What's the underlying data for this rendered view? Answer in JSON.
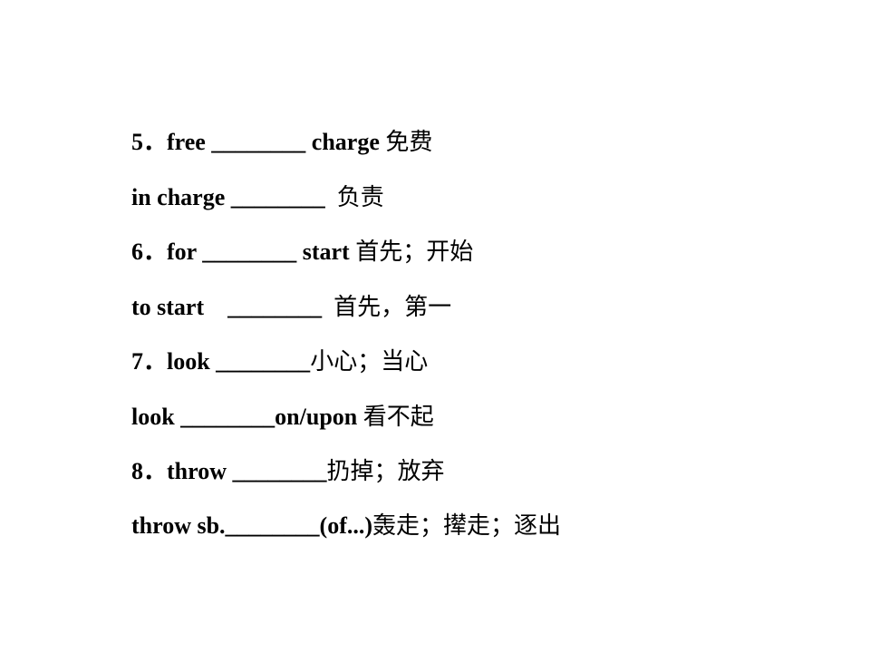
{
  "lines": [
    {
      "en": "5．free ________ charge ",
      "cn": "免费"
    },
    {
      "en": "in charge ________  ",
      "cn": "负责"
    },
    {
      "en": "6．for ________ start ",
      "cn": "首先；开始"
    },
    {
      "en": "to start    ________  ",
      "cn": "首先，第一"
    },
    {
      "en": "7．look ________",
      "cn": "小心；当心"
    },
    {
      "en": "look ________on/upon ",
      "cn": "看不起"
    },
    {
      "en": "8．throw ________",
      "cn": "扔掉；放弃"
    },
    {
      "en": "throw sb.________(of...)",
      "cn": "轰走；撵走；逐出"
    }
  ]
}
